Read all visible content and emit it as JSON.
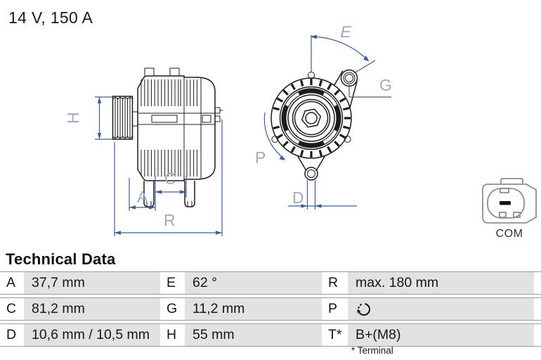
{
  "header": {
    "rating": "14 V, 150 A"
  },
  "diagram": {
    "labels": {
      "H": "H",
      "A": "A",
      "C": "C",
      "R": "R",
      "E": "E",
      "G": "G",
      "P": "P",
      "D": "D"
    },
    "connector_label": "COM",
    "icons": {
      "rotation_table": "rotation-direction-icon",
      "rotation_drawing": "rotation-arrow-P"
    },
    "colors": {
      "drawing_line": "#1c1c1c",
      "dimension_line": "#3d5c9c",
      "dimension_label": "#9fabc4",
      "connector_line": "#8e8e8e",
      "table_cell_bg": "#e2e2e2",
      "table_rule": "#9c9c9c"
    }
  },
  "table": {
    "title": "Technical Data",
    "footnote": "* Terminal",
    "rows": [
      [
        {
          "label": "A",
          "value": "37,7 mm"
        },
        {
          "label": "E",
          "value": "62 °"
        },
        {
          "label": "R",
          "value": "max. 180 mm"
        }
      ],
      [
        {
          "label": "C",
          "value": "81,2 mm"
        },
        {
          "label": "G",
          "value": "11,2 mm"
        },
        {
          "label": "P",
          "value": "",
          "icon": "rotation-direction-icon"
        }
      ],
      [
        {
          "label": "D",
          "value": "10,6 mm / 10,5 mm"
        },
        {
          "label": "H",
          "value": "55 mm"
        },
        {
          "label": "T*",
          "value": "B+(M8)"
        }
      ]
    ]
  }
}
